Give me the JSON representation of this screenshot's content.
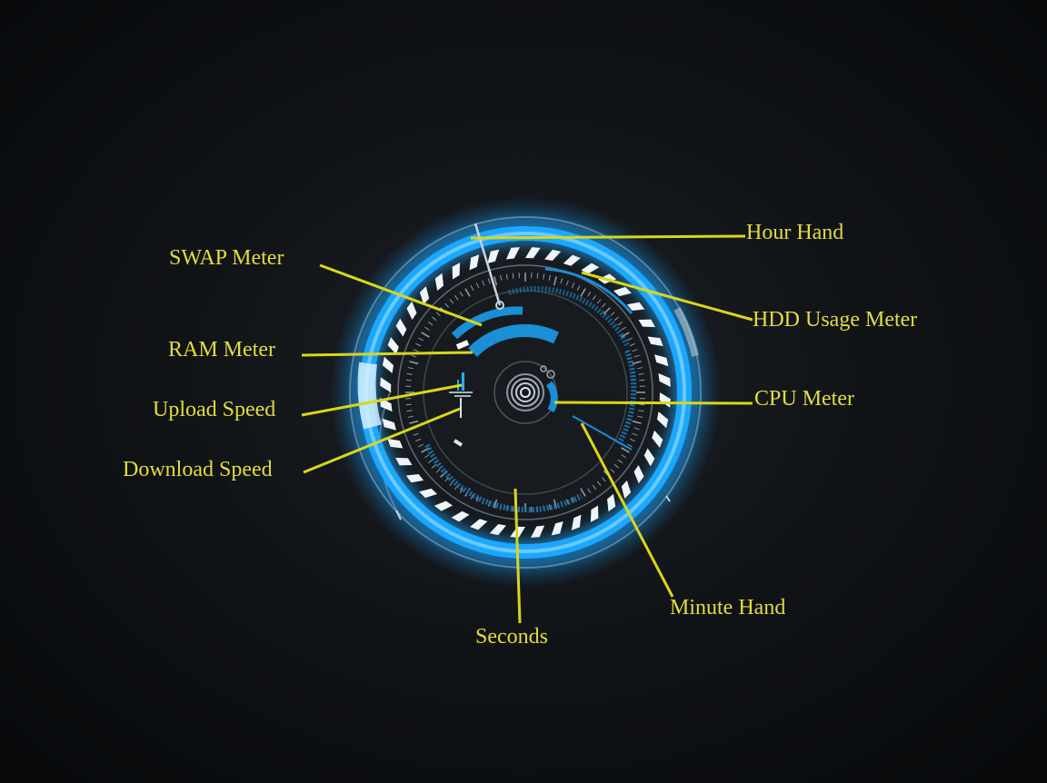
{
  "labels": {
    "hour_hand": "Hour Hand",
    "swap_meter": "SWAP Meter",
    "hdd_usage_meter": "HDD Usage Meter",
    "ram_meter": "RAM Meter",
    "cpu_meter": "CPU Meter",
    "upload_speed": "Upload Speed",
    "download_speed": "Download Speed",
    "minute_hand": "Minute Hand",
    "seconds": "Seconds"
  },
  "colors": {
    "background": "#0c0e10",
    "glow_ring": "#1fa7ff",
    "meter_blue": "#1a8fd6",
    "ring_white": "#d9e6ee",
    "callout_text": "#e4dc3f",
    "leader_line": "#d9d61c"
  }
}
